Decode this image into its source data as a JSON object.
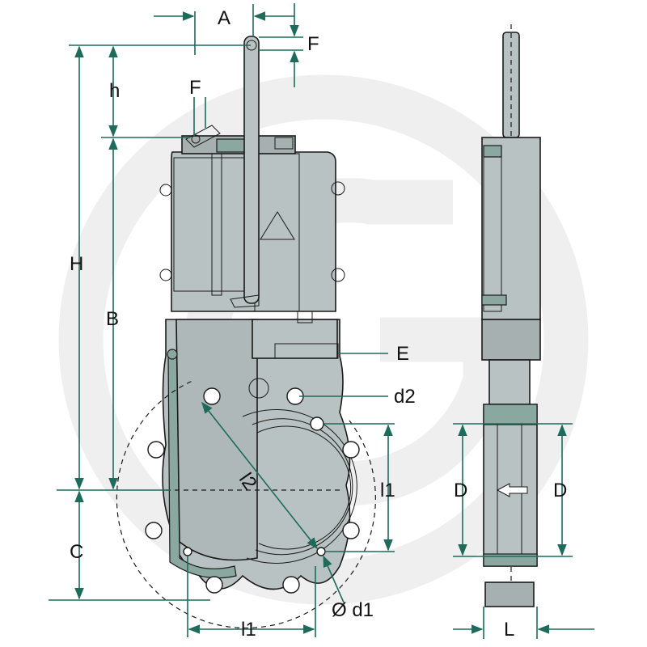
{
  "colors": {
    "dimension": "#1e6b5c",
    "body": "#b9c2c2",
    "body_dark": "#9fa8a8",
    "section": "#8aa7a0",
    "watermark": "#eeeeee"
  },
  "labels": {
    "A": "A",
    "F_top": "F",
    "h": "h",
    "F_side": "F",
    "H": "H",
    "B": "B",
    "E": "E",
    "d2": "d2",
    "l2": "l2",
    "l1_right": "l1",
    "C": "C",
    "d1": "Ø d1",
    "l1_bottom": "l1",
    "D_left": "D",
    "D_right": "D",
    "L": "L"
  }
}
